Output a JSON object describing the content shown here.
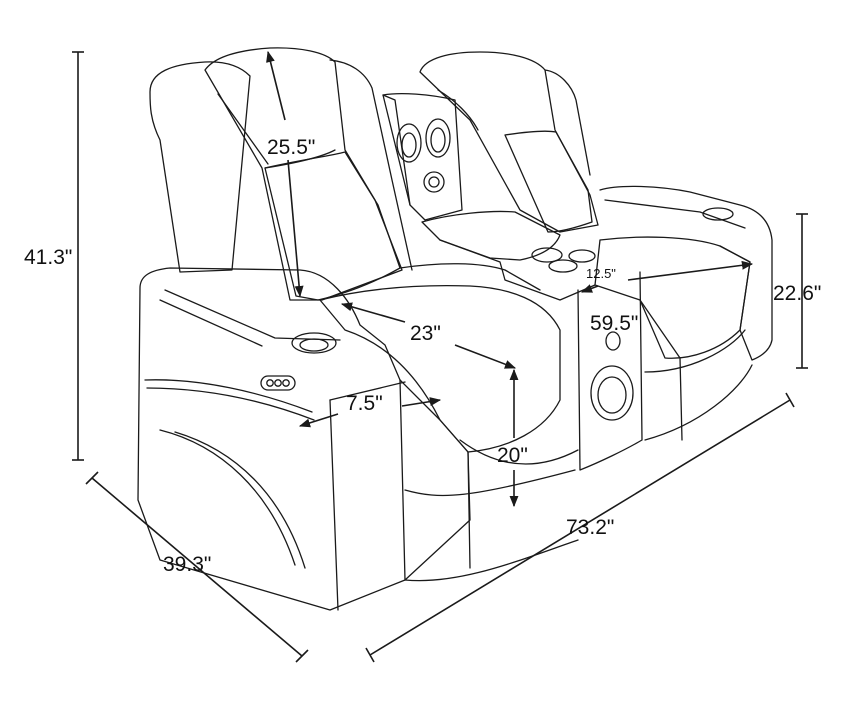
{
  "dimensions": {
    "overall_height": "41.3\"",
    "back_height": "25.5\"",
    "seat_depth": "23\"",
    "arm_width": "7.5\"",
    "seat_height": "20\"",
    "console_width": "12.5\"",
    "seat_width": "59.5\"",
    "arm_height": "22.6\"",
    "overall_depth": "39.3\"",
    "overall_width": "73.2\""
  },
  "colors": {
    "line": "#1a1a1a",
    "background": "#ffffff"
  },
  "icons": [
    "power-button-panel-icon",
    "cup-holder-icon",
    "speaker-icon",
    "wireless-charger-icon"
  ]
}
